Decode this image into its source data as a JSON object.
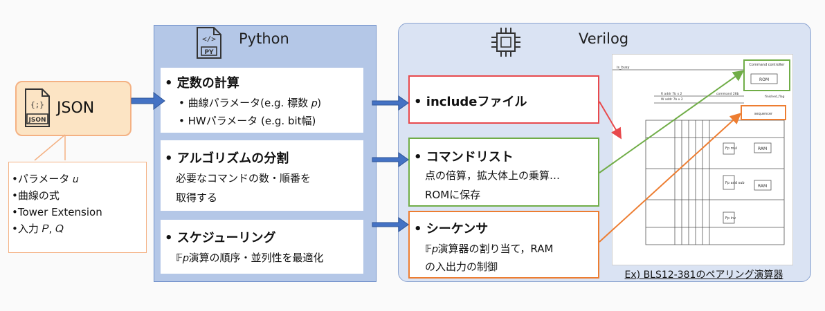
{
  "json_block": {
    "title": "JSON",
    "icon_label": "JSON",
    "icon_glyph": "{;}",
    "items": [
      "•パラメータ 𝑢",
      "•曲線の式",
      "•Tower Extension",
      "•入力 𝑃, 𝑄"
    ]
  },
  "python": {
    "title": "Python",
    "icon_label": "PY",
    "icon_glyph": "</>",
    "boxes": [
      {
        "head": "• 定数の計算",
        "lines": [
          "• 曲線パラメータ(e.g. 標数 𝑝)",
          "• HWパラメータ (e.g. bit幅)"
        ]
      },
      {
        "head": "• アルゴリズムの分割",
        "lines": [
          "必要なコマンドの数・順番を",
          "取得する"
        ]
      },
      {
        "head": "• スケジューリング",
        "lines": [
          "𝔽𝑝演算の順序・並列性を最適化"
        ]
      }
    ]
  },
  "verilog": {
    "title": "Verilog",
    "boxes": [
      {
        "head": "• includeファイル",
        "lines": []
      },
      {
        "head": "• コマンドリスト",
        "lines": [
          "点の倍算，拡大体上の乗算…",
          "ROMに保存"
        ]
      },
      {
        "head": "• シーケンサ",
        "lines": [
          "𝔽𝑝演算器の割り当て，RAM",
          "の入出力の制御"
        ]
      }
    ],
    "circuit": {
      "labels": {
        "busy": "is_busy",
        "command_controller": "Command\ncontroller",
        "rom": "ROM",
        "command_bits": "command 28b",
        "finished": "finished_flag",
        "sequencer": "sequencer",
        "raddr": "R addr 7b x 2",
        "waddr": "W addr 7b x 2",
        "ram1": "RAM",
        "ram2": "RAM",
        "fp_mul": "Fp\nmul",
        "fp_add": "Fp\nadd\nsub",
        "fp_inv": "Fp\ninv"
      },
      "caption": "Ex) BLS12-381のペアリング演算器"
    }
  },
  "colors": {
    "python_panel": "#b4c7e7",
    "verilog_panel": "#dae3f3",
    "json_fill": "#fce4c4",
    "orange": "#ed7d31",
    "green": "#70ad47",
    "red": "#e8494c",
    "arrow_blue": "#4472c4"
  }
}
